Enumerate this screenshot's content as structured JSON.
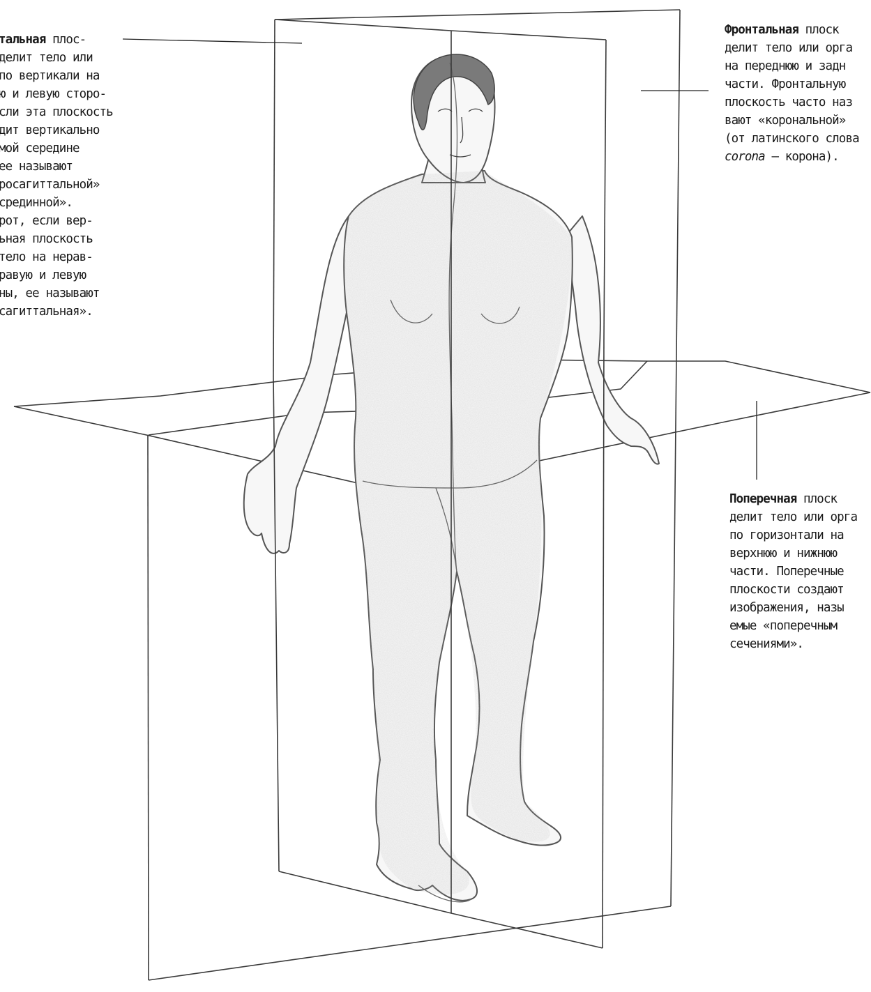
{
  "captions": {
    "sagittal": {
      "term": "тальная",
      "first_line_rest": " плос-",
      "lines": [
        "делит тело или",
        "по вертикали на",
        "ю и левую сторо-",
        "сли эта плоскость",
        "дит вертикально",
        "мой середине",
        "ее называют",
        "росагиттальной»",
        "срединной».",
        "рот, если вер-",
        "ьная плоскость",
        "тело на нерав-",
        "равую и левую",
        "ны, ее называют",
        "сагиттальная»."
      ]
    },
    "frontal": {
      "term": "Фронтальная",
      "first_line_rest": " плоск",
      "lines": [
        "делит тело или орга",
        "на переднюю и задн",
        "части. Фронтальную",
        "плоскость часто наз",
        "вают «корональной»",
        "(от латинского слова"
      ],
      "last_italic": "corona",
      "last_rest": " – корона)."
    },
    "transverse": {
      "term": "Поперечная",
      "first_line_rest": " плоск",
      "lines": [
        "делит тело или орга",
        "по горизонтали на",
        "верхнюю и нижнюю",
        "части. Поперечные",
        "плоскости создают",
        "изображения, назы",
        "емые «поперечным",
        "сечениями»."
      ]
    }
  },
  "colors": {
    "ink": "#1a1a1a",
    "plane_line": "#3a3a3a",
    "body_outline": "#555555",
    "body_shade": "#b8b8b8"
  }
}
